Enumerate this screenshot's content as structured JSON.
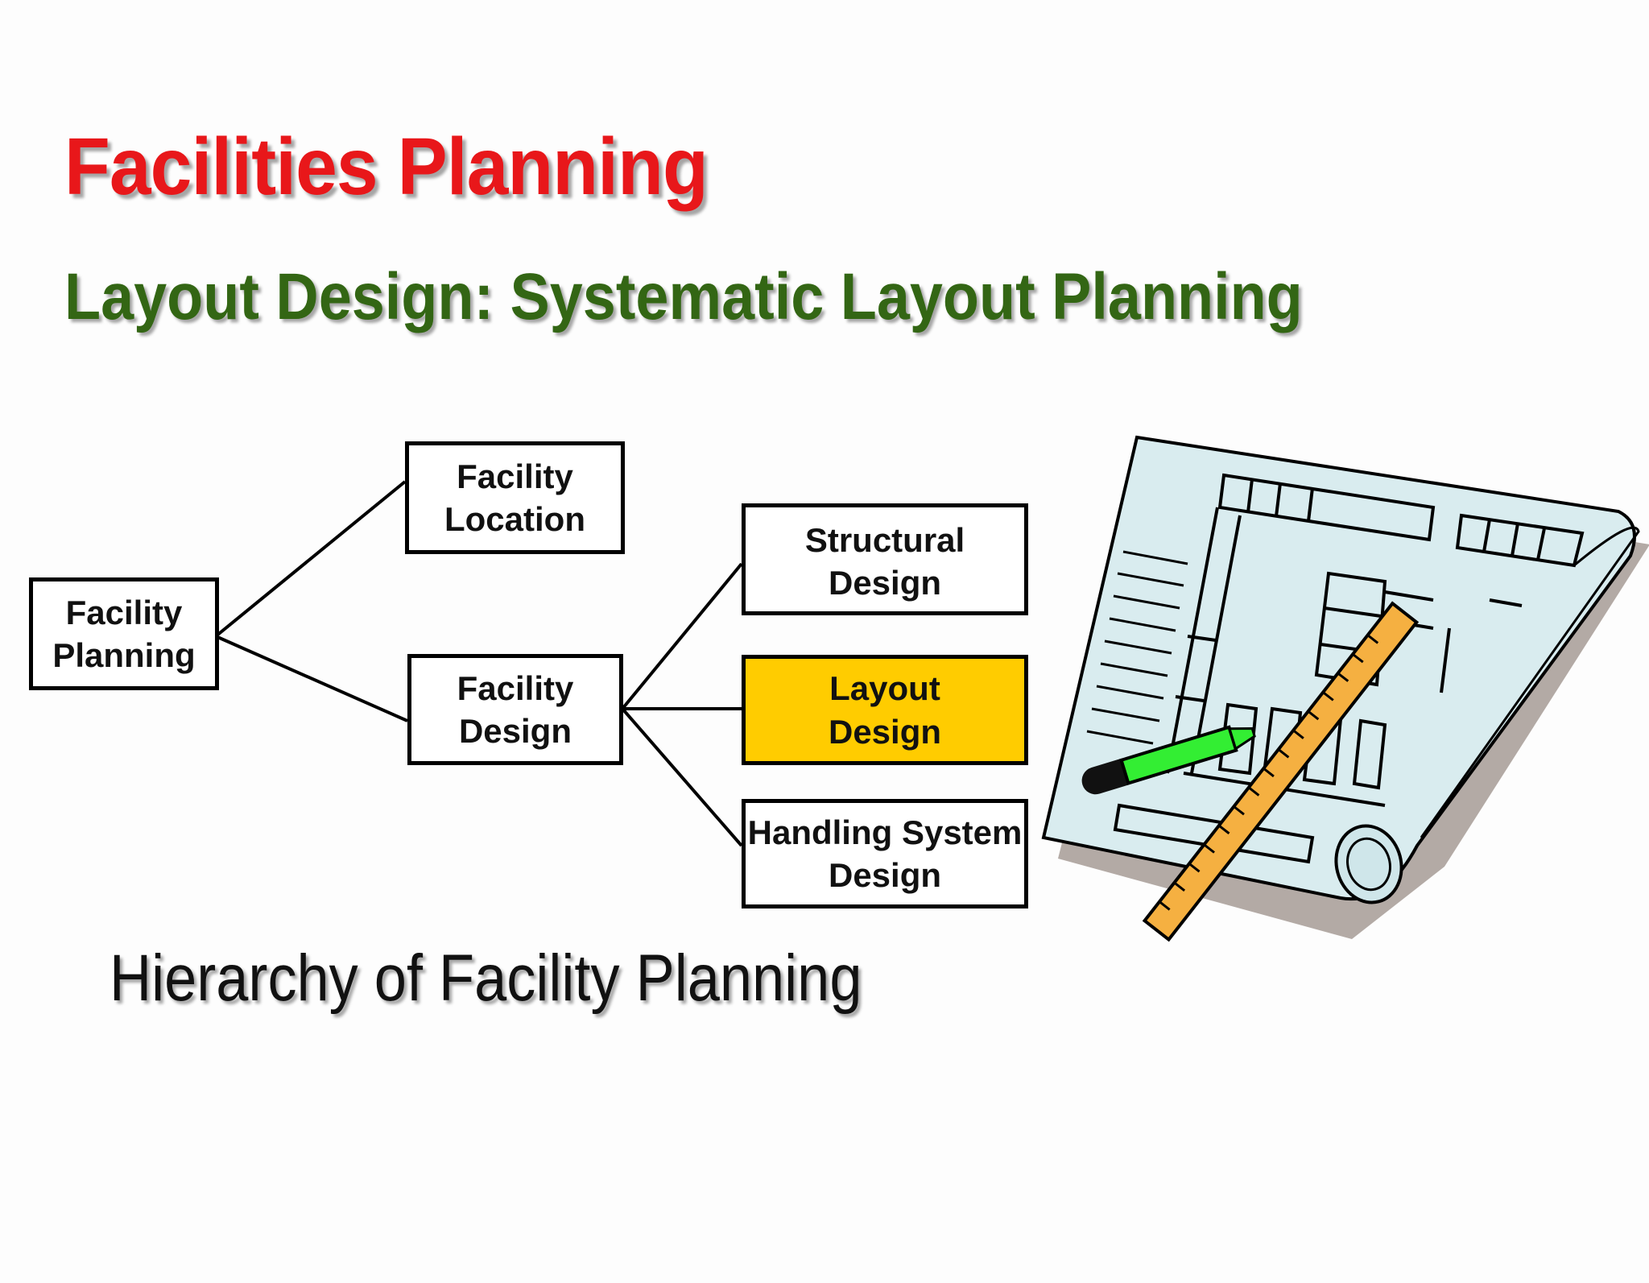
{
  "header": {
    "title": "Facilities Planning",
    "subtitle": "Layout Design: Systematic Layout Planning"
  },
  "diagram": {
    "nodes": {
      "facility_planning": "Facility\nPlanning",
      "facility_location": "Facility\nLocation",
      "facility_design": "Facility\nDesign",
      "structural_design": "Structural Design",
      "layout_design": "Layout\nDesign",
      "handling_system_design": "Handling System\nDesign"
    },
    "edges": [
      [
        "facility_planning",
        "facility_location"
      ],
      [
        "facility_planning",
        "facility_design"
      ],
      [
        "facility_design",
        "structural_design"
      ],
      [
        "facility_design",
        "layout_design"
      ],
      [
        "facility_design",
        "handling_system_design"
      ]
    ],
    "highlighted_node": "layout_design",
    "highlight_color": "#ffcc00",
    "caption": "Hierarchy of Facility Planning"
  },
  "colors": {
    "title": "#e8171a",
    "subtitle": "#336614",
    "blueprint": "#d9ecef"
  },
  "illustration": {
    "icon": "blueprint-with-ruler-and-marker-icon"
  }
}
